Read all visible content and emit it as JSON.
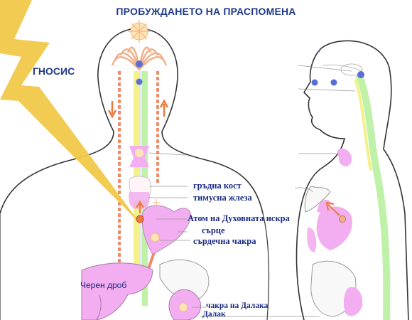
{
  "title": "ПРОБУЖДАНЕТО НА ПРАСПОМЕНА",
  "gnosis": "ГНОСИС",
  "labels": {
    "sternum": "гръдна кост",
    "thymus": "тимусна жлеза",
    "atom": "Атом на Духовната искра",
    "heart": "сърце",
    "heart_chakra": "сърдечна чакра",
    "liver": "Черен дроб",
    "spleen_chakra": "чакра на Далака",
    "spleen": "Далак"
  },
  "colors": {
    "outline": "#333333",
    "label_text": "#1a2a86",
    "organ_pink": "#f2aef0",
    "lightning": "#f1c84a",
    "spine_green": "#bff2a8",
    "channel_yellow": "#f4f08a",
    "channel_red": "#f08a6a",
    "pointer": "#f07a3c",
    "node_blue": "#5a6fd6"
  }
}
